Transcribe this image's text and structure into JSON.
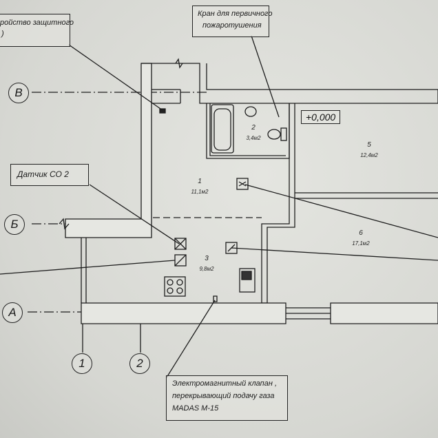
{
  "callouts": {
    "protective_device": "ройство защитного",
    "protective_device_line2": ")",
    "fire_tap": "Кран для первичного",
    "fire_tap_line2": "пожаротушения",
    "co2_sensor": "Датчик СО 2",
    "valve_line1": "Электромагнитный клапан ,",
    "valve_line2": "перекрывающий подачу газа",
    "valve_line3": "MADAS M-15"
  },
  "axes": {
    "row_v": "В",
    "row_b": "Б",
    "row_a": "А",
    "col_1": "1",
    "col_2": "2"
  },
  "level_mark": "+0,000",
  "rooms": [
    {
      "num": "1",
      "area": "11,1м2"
    },
    {
      "num": "2",
      "area": "3,4м2"
    },
    {
      "num": "3",
      "area": "9,8м2"
    },
    {
      "num": "5",
      "area": "12,4м2"
    },
    {
      "num": "6",
      "area": "17,1м2"
    }
  ],
  "colors": {
    "ink": "#1a1a1a",
    "paper": "#d9dad5"
  }
}
